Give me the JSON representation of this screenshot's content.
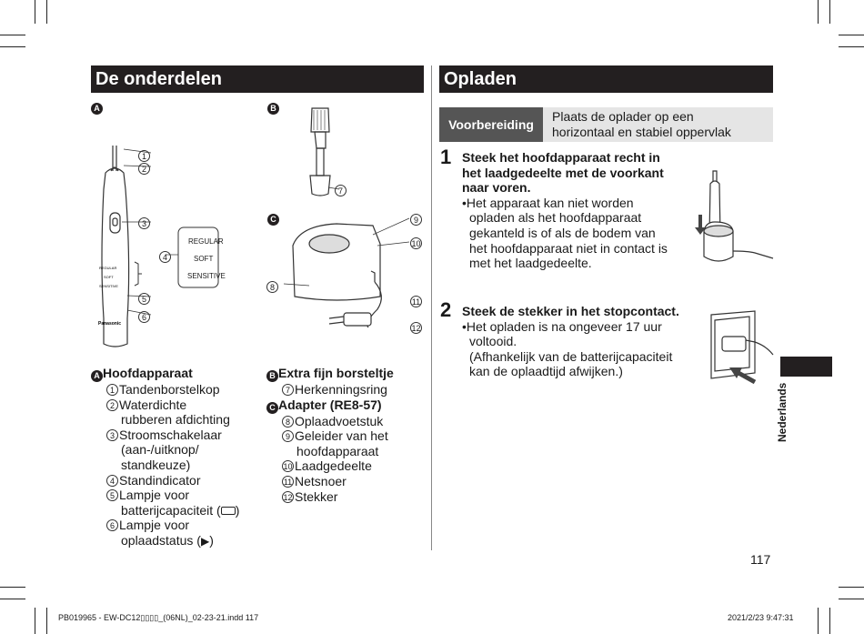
{
  "sections": {
    "parts_title": "De onderdelen",
    "charging_title": "Opladen"
  },
  "figure_labels": {
    "a": "A",
    "b": "B",
    "c": "C"
  },
  "callouts": [
    "1",
    "2",
    "3",
    "4",
    "5",
    "6",
    "7",
    "8",
    "9",
    "10",
    "11",
    "12"
  ],
  "indicator_panel": {
    "regular": "REGULAR",
    "soft": "SOFT",
    "sensitive": "SENSITIVE"
  },
  "device_brand": "Panasonic",
  "parts": {
    "a_title": "Hoofdapparaat",
    "a_items": [
      {
        "num": "1",
        "lines": [
          "Tandenborstelkop"
        ]
      },
      {
        "num": "2",
        "lines": [
          "Waterdichte",
          "rubberen afdichting"
        ]
      },
      {
        "num": "3",
        "lines": [
          "Stroomschakelaar",
          "(aan-/uitknop/",
          "standkeuze)"
        ]
      },
      {
        "num": "4",
        "lines": [
          "Standindicator"
        ]
      },
      {
        "num": "5",
        "lines": [
          "Lampje voor",
          "batterijcapaciteit (",
          ")"
        ]
      },
      {
        "num": "6",
        "lines": [
          "Lampje voor",
          "oplaadstatus (",
          ")"
        ]
      }
    ],
    "b_title": "Extra fijn borsteltje",
    "b_items": [
      {
        "num": "7",
        "lines": [
          "Herkenningsring"
        ]
      }
    ],
    "c_title": "Adapter (RE8-57)",
    "c_items": [
      {
        "num": "8",
        "lines": [
          "Oplaadvoetstuk"
        ]
      },
      {
        "num": "9",
        "lines": [
          "Geleider van het",
          "hoofdapparaat"
        ]
      },
      {
        "num": "10",
        "lines": [
          "Laadgedeelte"
        ]
      },
      {
        "num": "11",
        "lines": [
          "Netsnoer"
        ]
      },
      {
        "num": "12",
        "lines": [
          "Stekker"
        ]
      }
    ]
  },
  "preparation": {
    "tag": "Voorbereiding",
    "text_lines": [
      "Plaats de oplader op een",
      "horizontaal en stabiel oppervlak"
    ]
  },
  "steps": [
    {
      "num": "1",
      "title_lines": [
        "Steek het hoofdapparaat recht in",
        "het laadgedeelte met de voorkant",
        "naar voren."
      ],
      "bullet_lines": [
        "Het apparaat kan niet worden",
        "opladen als het hoofdapparaat",
        "gekanteld is of als de bodem van",
        "het hoofdapparaat niet in contact is",
        "met het laadgedeelte."
      ]
    },
    {
      "num": "2",
      "title_lines": [
        "Steek de stekker in het stopcontact."
      ],
      "bullet_lines": [
        "Het opladen is na ongeveer 17 uur",
        "voltooid.",
        "(Afhankelijk van de batterijcapaciteit",
        "kan de oplaadtijd afwijken.)"
      ]
    }
  ],
  "side_tab": "Nederlands",
  "page_number": "117",
  "footer": {
    "left": "PB019965 - EW-DC12▯▯▯▯_(06NL)_02-23-21.indd   117",
    "right": "2021/2/23   9:47:31"
  },
  "colors": {
    "heading_bar": "#231f20",
    "prep_tag": "#555555",
    "prep_bg": "#e5e5e5"
  }
}
